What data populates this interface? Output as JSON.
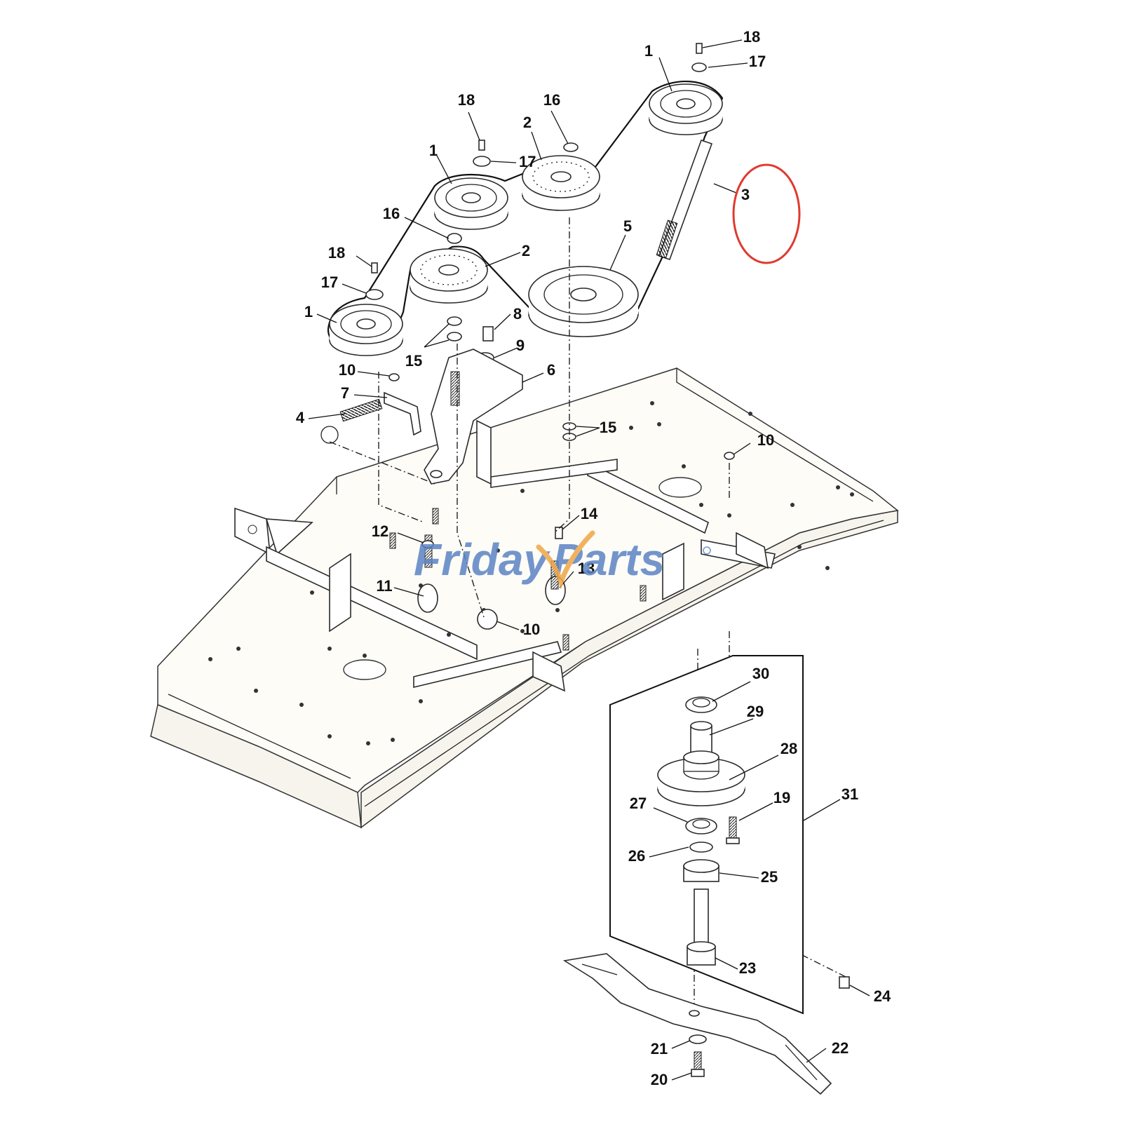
{
  "watermark": {
    "brand_part1": "Friday",
    "brand_part2": "Parts",
    "color_blue": "#5b84c4",
    "color_orange": "#f0a646"
  },
  "highlight": {
    "color": "#e03a2f",
    "target_callout": "3"
  },
  "callouts": [
    {
      "id": "c1a",
      "label": "1"
    },
    {
      "id": "c18a",
      "label": "18"
    },
    {
      "id": "c17a",
      "label": "17"
    },
    {
      "id": "c18b",
      "label": "18"
    },
    {
      "id": "c16a",
      "label": "16"
    },
    {
      "id": "c2a",
      "label": "2"
    },
    {
      "id": "c1b",
      "label": "1"
    },
    {
      "id": "c17b",
      "label": "17"
    },
    {
      "id": "c3",
      "label": "3"
    },
    {
      "id": "c16b",
      "label": "16"
    },
    {
      "id": "c5",
      "label": "5"
    },
    {
      "id": "c2b",
      "label": "2"
    },
    {
      "id": "c18c",
      "label": "18"
    },
    {
      "id": "c17c",
      "label": "17"
    },
    {
      "id": "c1c",
      "label": "1"
    },
    {
      "id": "c8",
      "label": "8"
    },
    {
      "id": "c9",
      "label": "9"
    },
    {
      "id": "c15a",
      "label": "15"
    },
    {
      "id": "c10a",
      "label": "10"
    },
    {
      "id": "c6",
      "label": "6"
    },
    {
      "id": "c7",
      "label": "7"
    },
    {
      "id": "c4",
      "label": "4"
    },
    {
      "id": "c15b",
      "label": "15"
    },
    {
      "id": "c10b",
      "label": "10"
    },
    {
      "id": "c14",
      "label": "14"
    },
    {
      "id": "c12",
      "label": "12"
    },
    {
      "id": "c13",
      "label": "13"
    },
    {
      "id": "c11",
      "label": "11"
    },
    {
      "id": "c10c",
      "label": "10"
    },
    {
      "id": "c30",
      "label": "30"
    },
    {
      "id": "c29",
      "label": "29"
    },
    {
      "id": "c28",
      "label": "28"
    },
    {
      "id": "c27",
      "label": "27"
    },
    {
      "id": "c19",
      "label": "19"
    },
    {
      "id": "c31",
      "label": "31"
    },
    {
      "id": "c26",
      "label": "26"
    },
    {
      "id": "c25",
      "label": "25"
    },
    {
      "id": "c23",
      "label": "23"
    },
    {
      "id": "c24",
      "label": "24"
    },
    {
      "id": "c22",
      "label": "22"
    },
    {
      "id": "c21",
      "label": "21"
    },
    {
      "id": "c20",
      "label": "20"
    }
  ]
}
